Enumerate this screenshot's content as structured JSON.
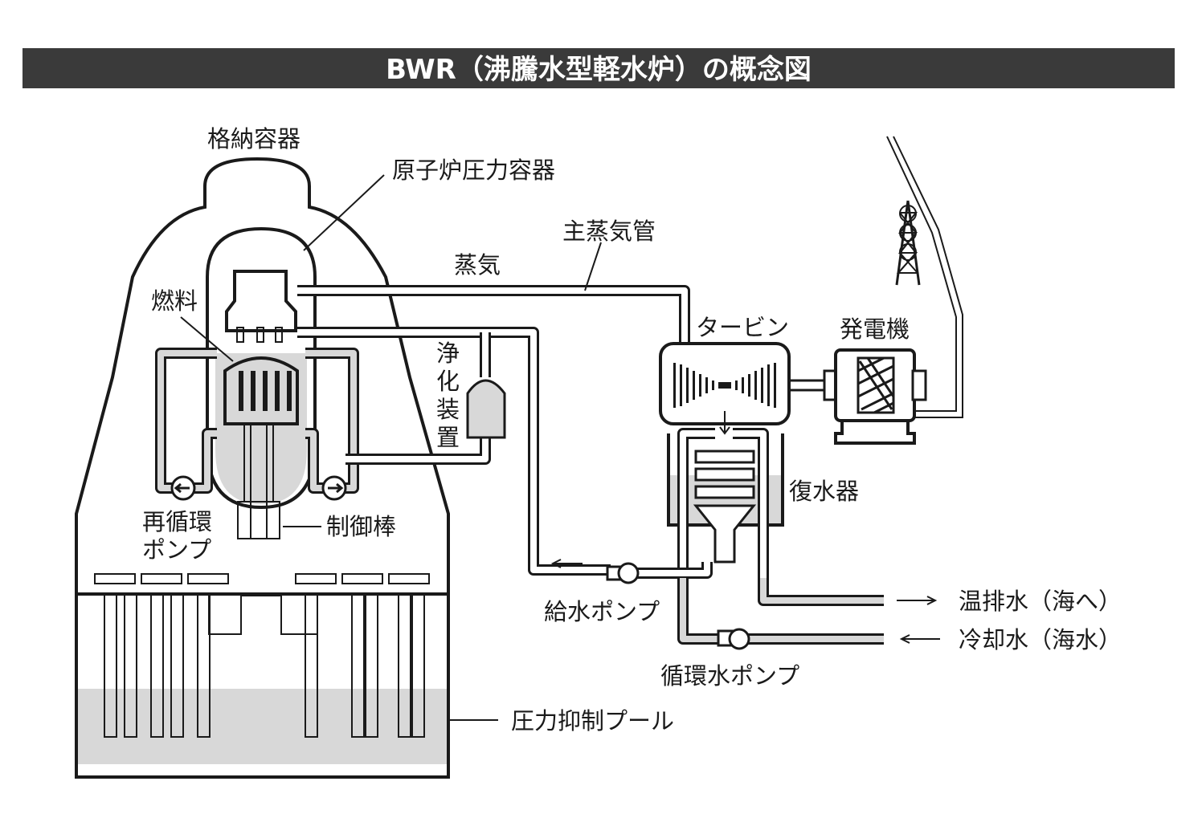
{
  "title": "BWR（沸騰水型軽水炉）の概念図",
  "colors": {
    "line": "#1a1a1a",
    "water": "#d8d8d8",
    "title_bar": "#3a3a3a"
  },
  "labels": {
    "containment": "格納容器",
    "pressure_vessel": "原子炉圧力容器",
    "main_steam_pipe": "主蒸気管",
    "steam": "蒸気",
    "fuel": "燃料",
    "purifier_1": "浄",
    "purifier_2": "化",
    "purifier_3": "装",
    "purifier_4": "置",
    "turbine": "タービン",
    "generator": "発電機",
    "condenser": "復水器",
    "recirc_pump_1": "再循環",
    "recirc_pump_2": "ポンプ",
    "control_rod": "制御棒",
    "feedwater_pump": "給水ポンプ",
    "circ_water_pump": "循環水ポンプ",
    "warm_discharge": "温排水（海へ）",
    "cooling_water": "冷却水（海水）",
    "suppression_pool": "圧力抑制プール"
  },
  "icons": [
    "transmission-tower-icon",
    "pump-icon",
    "arrow-icon"
  ]
}
